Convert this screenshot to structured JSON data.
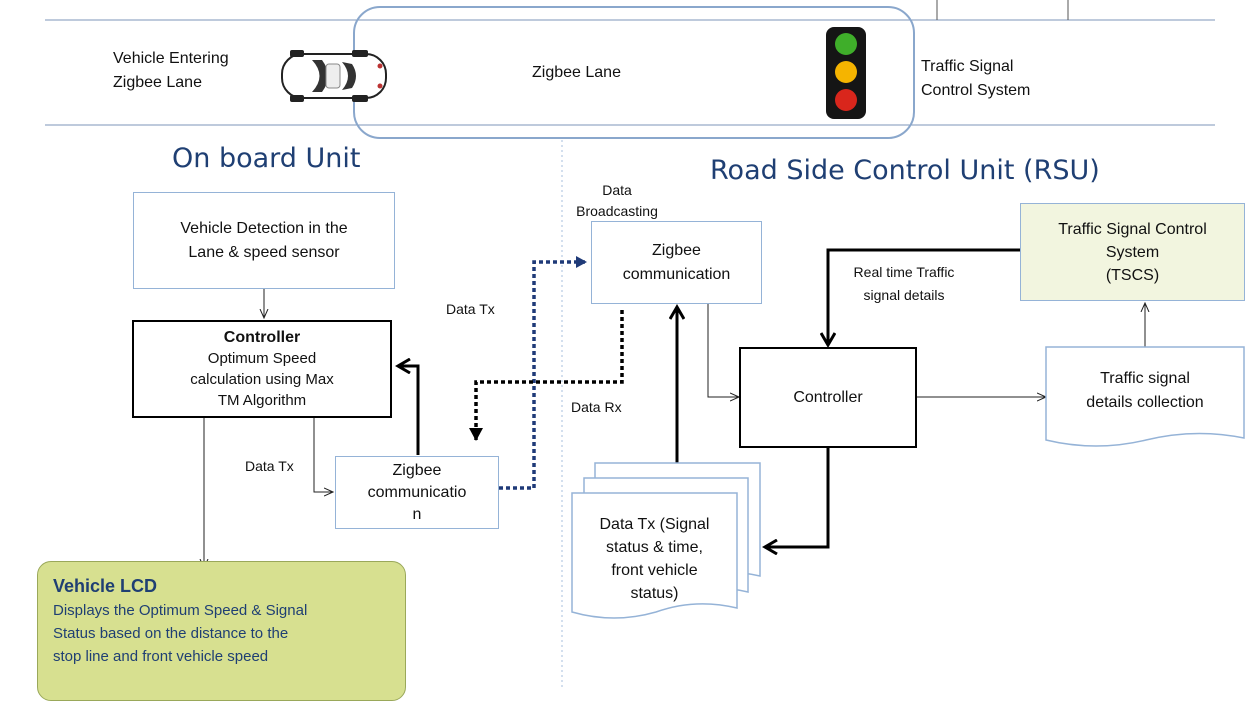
{
  "scene": {
    "entering_label": "Vehicle Entering\nZigbee Lane",
    "lane_label": "Zigbee Lane",
    "tscs_label": "Traffic Signal\nControl System",
    "car_icon": "car-top-view-icon",
    "signal_icon": "traffic-light-icon"
  },
  "sections": {
    "onboard_title": "On board Unit",
    "rsu_title": "Road Side Control Unit (RSU)"
  },
  "obu": {
    "detection_box": "Vehicle Detection in the\nLane  & speed sensor",
    "controller_title": "Controller",
    "controller_text": "Optimum Speed\ncalculation using  Max\nTM Algorithm",
    "zigbee_box": "Zigbee\ncommunicatio\nn",
    "lcd_title": "Vehicle LCD",
    "lcd_text": "Displays the Optimum Speed  & Signal\nStatus based on the distance to the\nstop line and front vehicle speed",
    "data_tx_small": "Data Tx",
    "data_tx_link": "Data Tx",
    "data_rx_link": "Data Rx"
  },
  "rsu": {
    "broadcasting_label": "Data\nBroadcasting",
    "zigbee_box": "Zigbee\ncommunication",
    "controller_box": "Controller",
    "tscs_box": "Traffic Signal Control\nSystem\n(TSCS)",
    "realtime_label": "Real time Traffic\nsignal details",
    "collection_box": "Traffic signal\ndetails collection",
    "datatx_doc": "Data Tx (Signal\nstatus & time,\nfront vehicle\nstatus)"
  },
  "colors": {
    "box_border": "#95b3d7",
    "heading": "#1f3f73",
    "lcd_fill": "#d7e090",
    "tscs_fill": "#f2f5df",
    "dotted_navy": "#1f3a78",
    "signal_green": "#3fae2a",
    "signal_amber": "#f5b400",
    "signal_red": "#d9261c"
  }
}
